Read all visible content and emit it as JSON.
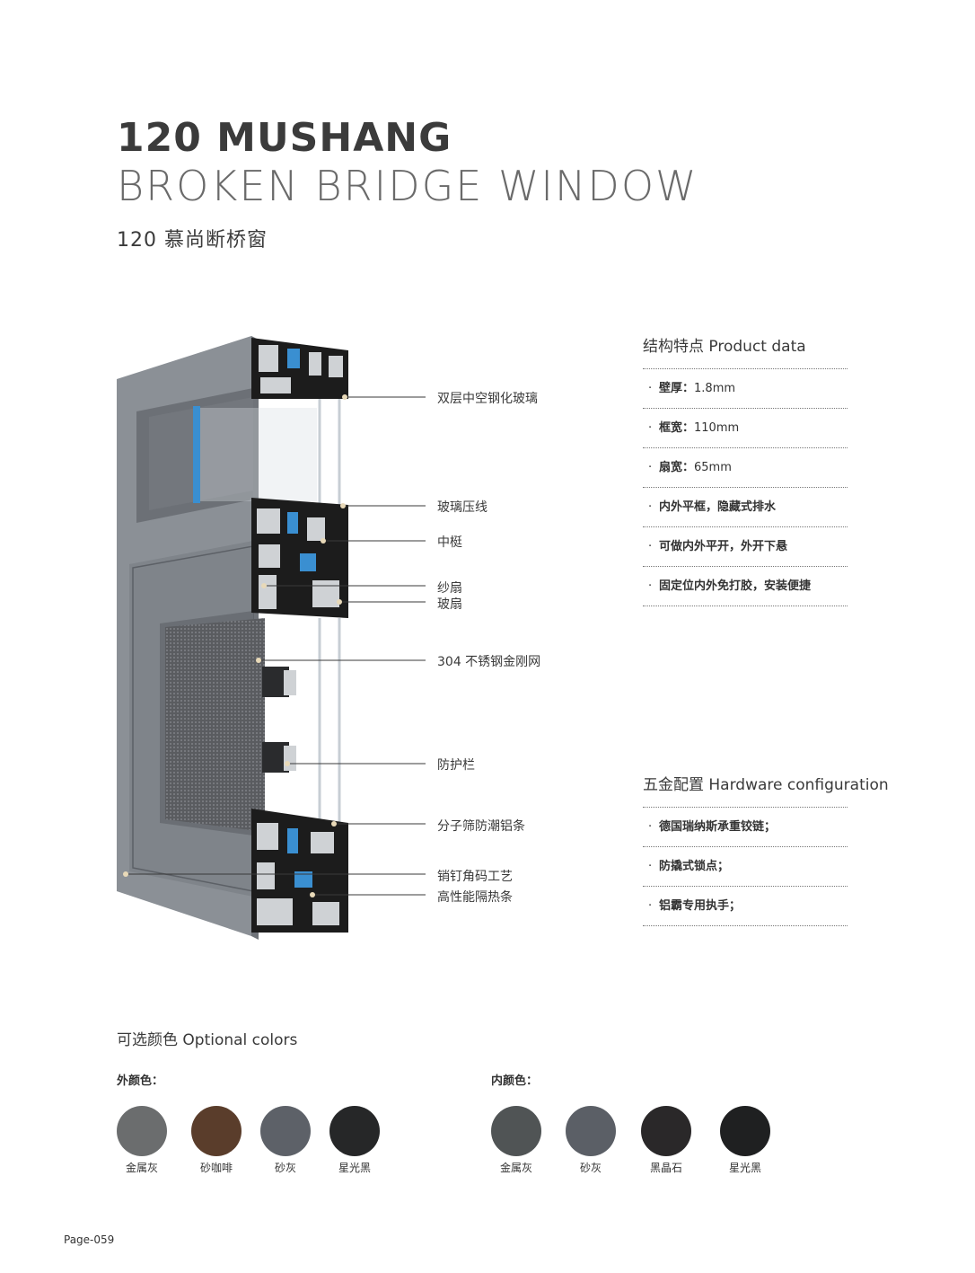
{
  "header": {
    "title_en": "120 MUSHANG",
    "subtitle_en": "BROKEN BRIDGE WINDOW",
    "title_cn": "120 慕尚断桥窗"
  },
  "callouts": [
    "双层中空钢化玻璃",
    "玻璃压线",
    "中梃",
    "纱扇",
    "玻扇",
    "304 不锈钢金刚网",
    "防护栏",
    "分子筛防潮铝条",
    "销钉角码工艺",
    "高性能隔热条"
  ],
  "product_data": {
    "title": "结构特点 Product data",
    "items": [
      {
        "label": "壁厚：",
        "value": "1.8mm"
      },
      {
        "label": "框宽：",
        "value": "110mm"
      },
      {
        "label": "扇宽：",
        "value": "65mm"
      },
      {
        "label": "内外平框，隐藏式排水",
        "value": ""
      },
      {
        "label": "可做内外平开，外开下悬",
        "value": ""
      },
      {
        "label": "固定位内外免打胶，安装便捷",
        "value": ""
      }
    ]
  },
  "hardware": {
    "title": "五金配置 Hardware configuration",
    "items": [
      {
        "label": "德国瑞纳斯承重铰链；",
        "value": ""
      },
      {
        "label": "防撬式锁点；",
        "value": ""
      },
      {
        "label": "铝霸专用执手；",
        "value": ""
      }
    ]
  },
  "colors": {
    "title": "可选颜色  Optional colors",
    "outer": {
      "label": "外颜色：",
      "swatches": [
        {
          "name": "金属灰",
          "color": "#6b6d6e"
        },
        {
          "name": "砂咖啡",
          "color": "#5a3d2b"
        },
        {
          "name": "砂灰",
          "color": "#5d6168"
        },
        {
          "name": "星光黑",
          "color": "#262728"
        }
      ]
    },
    "inner": {
      "label": "内颜色：",
      "swatches": [
        {
          "name": "金属灰",
          "color": "#505455"
        },
        {
          "name": "砂灰",
          "color": "#5b5f66"
        },
        {
          "name": "黑晶石",
          "color": "#2a2829"
        },
        {
          "name": "星光黑",
          "color": "#1f2021"
        }
      ]
    }
  },
  "page_number": "Page-059",
  "accent_colors": {
    "frame_gray": "#858a90",
    "insulation_blue": "#3a8fd1",
    "profile_black": "#1c1c1c"
  }
}
